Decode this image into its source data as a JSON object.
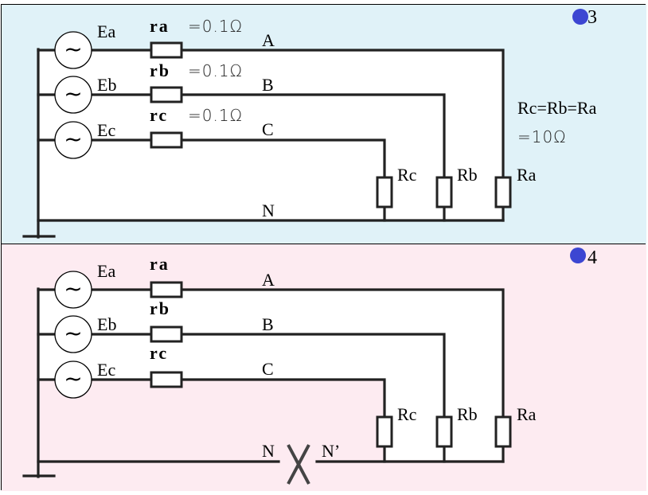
{
  "colors": {
    "top_bg": "#e0f2f8",
    "bottom_bg": "#fdebf1",
    "interior": "#ffffff",
    "marker": "#3c46d2",
    "wire": "#222222"
  },
  "panels": [
    {
      "id": "top",
      "number": "3",
      "sources": [
        {
          "label": "Ea",
          "symbol": "~"
        },
        {
          "label": "Eb",
          "symbol": "~"
        },
        {
          "label": "Ec",
          "symbol": "~"
        }
      ],
      "line_resistors": [
        {
          "label": "ra",
          "value": "=0.1Ω"
        },
        {
          "label": "rb",
          "value": "=0.1Ω"
        },
        {
          "label": "rc",
          "value": "=0.1Ω"
        }
      ],
      "phase_labels": [
        "A",
        "B",
        "C"
      ],
      "neutral_label": "N",
      "neutral_prime_label": "",
      "load_resistors": [
        "Rc",
        "Rb",
        "Ra"
      ],
      "load_note": {
        "line1": "Rc=Rb=Ra",
        "line2": "=10Ω"
      },
      "neutral_broken": false
    },
    {
      "id": "bottom",
      "number": "4",
      "sources": [
        {
          "label": "Ea",
          "symbol": "~"
        },
        {
          "label": "Eb",
          "symbol": "~"
        },
        {
          "label": "Ec",
          "symbol": "~"
        }
      ],
      "line_resistors": [
        {
          "label": "ra",
          "value": ""
        },
        {
          "label": "rb",
          "value": ""
        },
        {
          "label": "rc",
          "value": ""
        }
      ],
      "phase_labels": [
        "A",
        "B",
        "C"
      ],
      "neutral_label": "N",
      "neutral_prime_label": "N’",
      "load_resistors": [
        "Rc",
        "Rb",
        "Ra"
      ],
      "load_note": {
        "line1": "",
        "line2": ""
      },
      "neutral_broken": true
    }
  ]
}
